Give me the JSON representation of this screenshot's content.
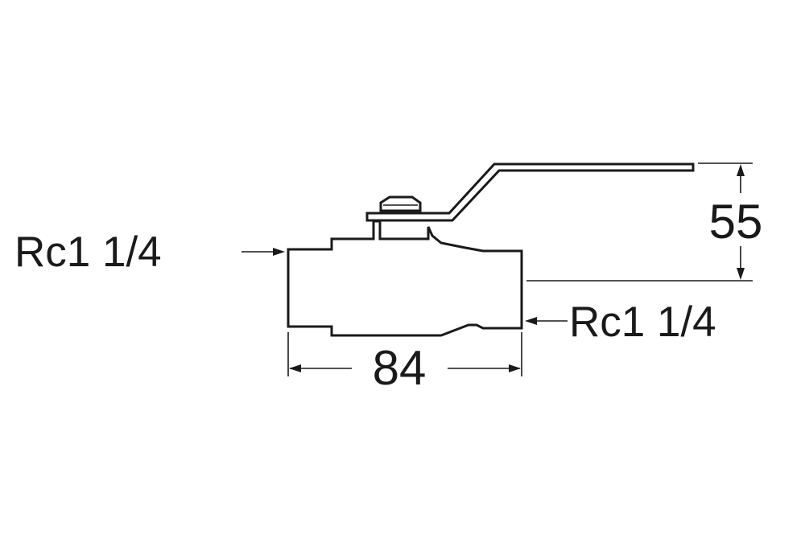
{
  "diagram": {
    "inlet_thread_label": "Rc1 1/4",
    "outlet_thread_label": "Rc1 1/4",
    "length_dimension": "84",
    "height_dimension": "55"
  },
  "colors": {
    "ink": "#1a1a1a",
    "background": "#ffffff"
  }
}
